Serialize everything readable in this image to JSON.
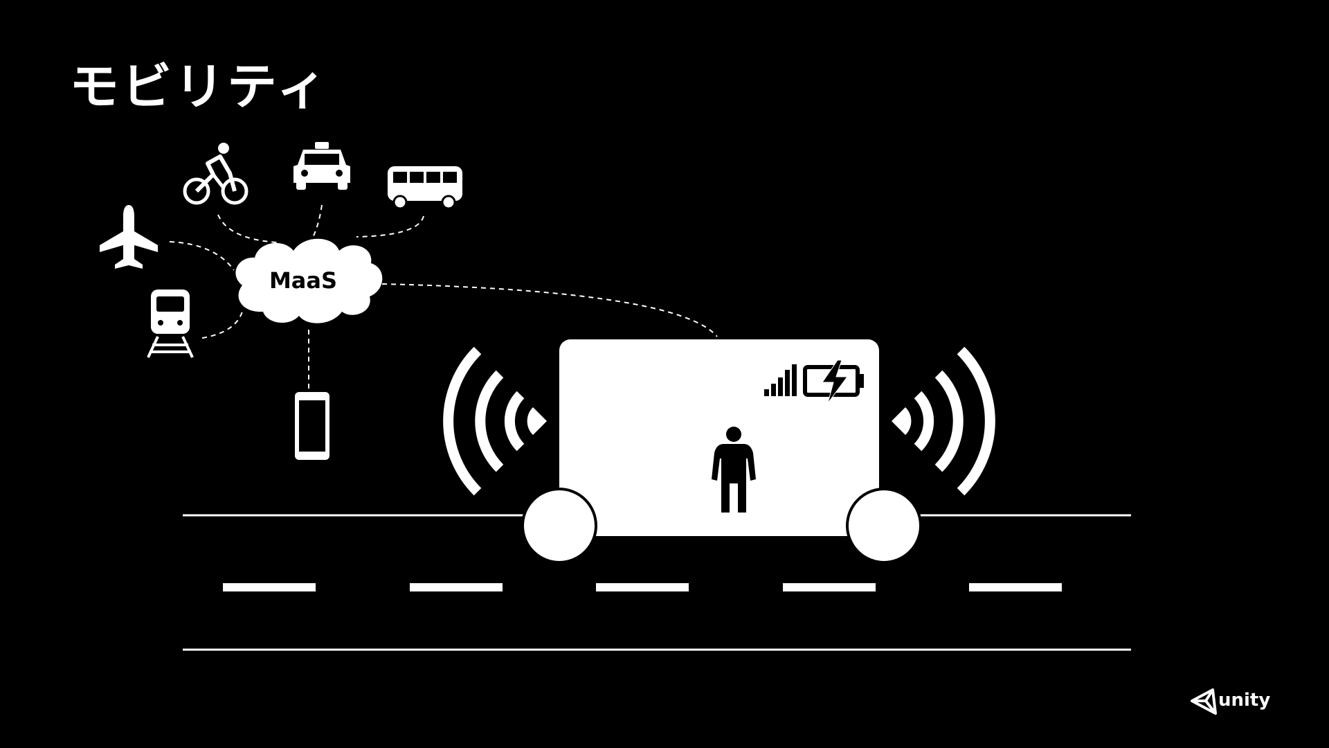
{
  "slide": {
    "title": "モビリティ"
  },
  "cloud": {
    "label": "MaaS"
  },
  "logo": {
    "text": "unity"
  },
  "colors": {
    "background": "#000000",
    "foreground": "#ffffff"
  },
  "icons": {
    "transport": [
      "airplane-icon",
      "bicycle-icon",
      "taxi-icon",
      "bus-icon",
      "train-icon"
    ],
    "devices": [
      "smartphone-icon"
    ],
    "vehicle_status": [
      "signal-bars-icon",
      "battery-charging-icon",
      "person-icon"
    ],
    "sensors": [
      "sensor-waves-left-icon",
      "sensor-waves-right-icon"
    ]
  }
}
